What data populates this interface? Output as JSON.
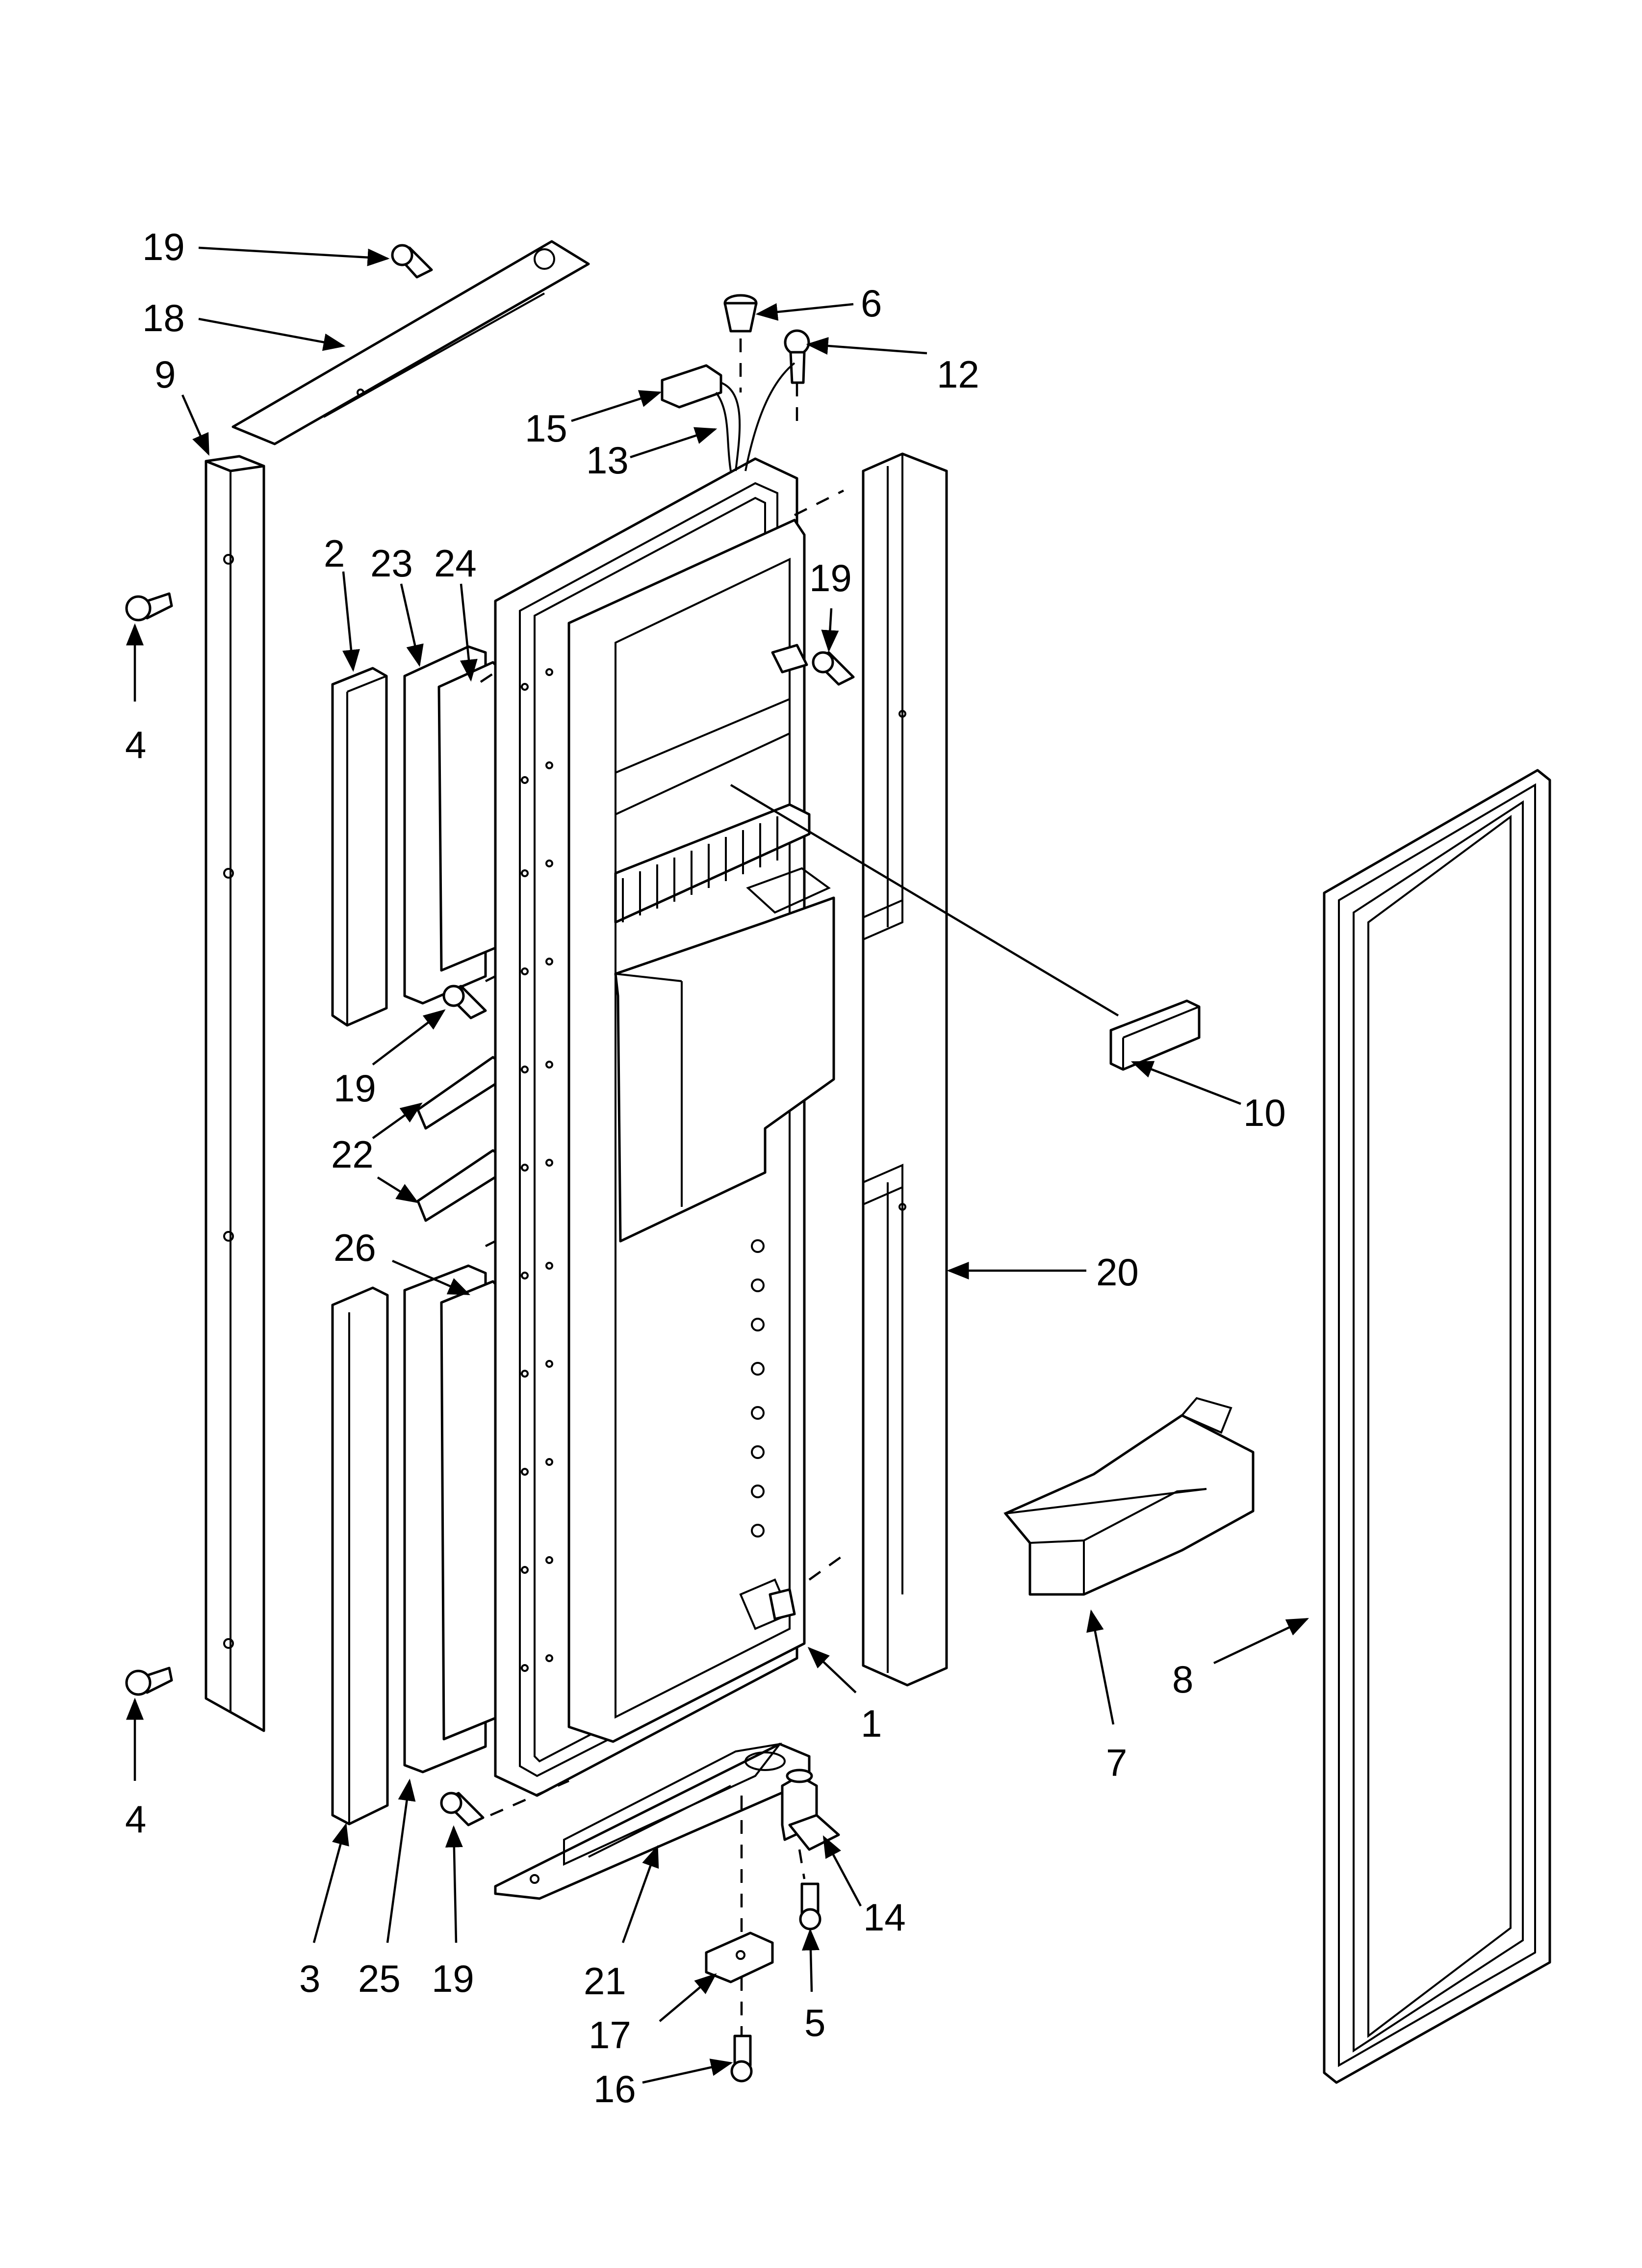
{
  "callouts": {
    "c1": "1",
    "c2": "2",
    "c3": "3",
    "c4a": "4",
    "c4b": "4",
    "c5": "5",
    "c6": "6",
    "c7": "7",
    "c8": "8",
    "c9": "9",
    "c10": "10",
    "c12": "12",
    "c13": "13",
    "c14": "14",
    "c15": "15",
    "c16": "16",
    "c17": "17",
    "c18": "18",
    "c19a": "19",
    "c19b": "19",
    "c19c": "19",
    "c19d": "19",
    "c20": "20",
    "c21": "21",
    "c22": "22",
    "c23": "23",
    "c24": "24",
    "c25": "25",
    "c26": "26"
  },
  "colors": {
    "line": "#000000",
    "background": "#ffffff"
  }
}
